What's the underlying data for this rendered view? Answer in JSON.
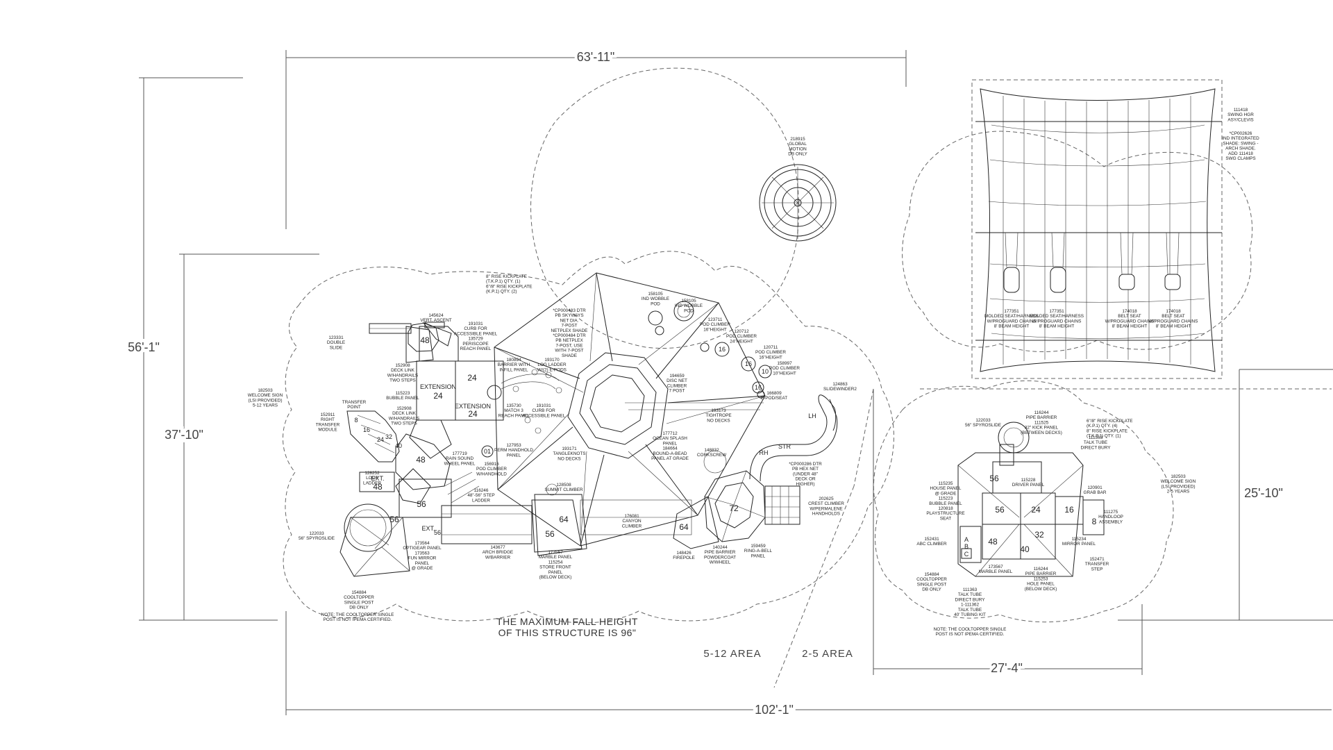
{
  "dimensions": {
    "top_width": "63'-11\"",
    "overall_height": "56'-1\"",
    "left_height": "37'-10\"",
    "right_height": "25'-10\"",
    "small_width": "27'-4\"",
    "overall_width": "102'-1\""
  },
  "notes": {
    "fall_height_line1": "THE MAXIMUM FALL HEIGHT",
    "fall_height_line2": "OF THIS STRUCTURE IS 96\"",
    "area_5_12": "5-12 AREA",
    "area_2_5": "2-5 AREA"
  },
  "deck_numbers": {
    "d48_top": "48",
    "d24_top": "24",
    "d24_ext": "24",
    "ext_label1": "EXTENSION",
    "ext_label2": "EXTENSION",
    "d24_ext2": "24",
    "d8": "8",
    "d16": "16",
    "d24": "24",
    "d32": "32",
    "d40": "40",
    "d48_mid": "48",
    "d48_ext": "48",
    "ext_label3": "EXT.",
    "d56_left": "56",
    "d56_mid": "56",
    "ext_label4": "EXT.",
    "d56_small": "56",
    "d64_a": "64",
    "d56_b": "56",
    "d01": "01",
    "d72": "72",
    "d64_c": "64",
    "p16a": "16",
    "p16b": "16",
    "p16c": "16",
    "p10": "10",
    "s56": "56",
    "s56b": "56",
    "s24": "24",
    "s16": "16",
    "s8": "8",
    "s32": "32",
    "s40": "40",
    "s48": "48",
    "str": "STR",
    "rh": "RH",
    "lh": "LH"
  },
  "labels": {
    "l_145624": [
      "145624",
      "VERT. ASCENT"
    ],
    "l_123331": [
      "123331",
      "DOUBLE",
      "SLIDE"
    ],
    "l_191031a": [
      "191031",
      "CURB FOR",
      "ACCESSIBLE PANEL",
      "135729",
      "PERISCOPE",
      "REACH PANEL"
    ],
    "l_152908a": [
      "152908",
      "DECK LINK",
      "W/HANDRAILS",
      "TWO STEPS"
    ],
    "l_115223a": [
      "115223",
      "BUBBLE PANEL"
    ],
    "l_182503a": [
      "182503",
      "WELCOME SIGN",
      "(LSI PROVIDED)",
      "5-12 YEARS"
    ],
    "l_transfer": [
      "TRANSFER",
      "POINT"
    ],
    "l_152911": [
      "152911",
      "RIGHT",
      "TRANSFER",
      "MODULE"
    ],
    "l_152908b": [
      "152908",
      "DECK LINK",
      "W/HANDRAILS",
      "TWO STEPS"
    ],
    "l_177719": [
      "177719",
      "RAIN SOUND",
      "WHEEL PANEL"
    ],
    "l_128252": [
      "128252",
      "LOOP",
      "LADDER"
    ],
    "l_116246": [
      "116246",
      "48\"-56\" STEP",
      "LADDER"
    ],
    "l_122033a": [
      "122033",
      "56\" SPYROSLIDE"
    ],
    "l_173564": [
      "173564",
      "OPTIGEAR PANEL",
      "173563",
      "FUN MIRROR",
      "PANEL",
      "@ GRADE"
    ],
    "l_154884a": [
      "154884",
      "COOLTOPPER",
      "SINGLE POST",
      "DB ONLY"
    ],
    "l_note_a": [
      "NOTE: THE COOLTOPPER SINGLE",
      "POST IS NOT IPEMA CERTIFIED."
    ],
    "l_143677": [
      "143677",
      "ARCH BRIDGE",
      "W/BARRIER"
    ],
    "l_173567a": [
      "173567",
      "MARBLE PANEL",
      "115254",
      "STORE FRONT",
      "PANEL",
      "(BELOW DECK)"
    ],
    "l_128508": [
      "128508",
      "SUMMIT CLIMBER"
    ],
    "l_176081": [
      "176081",
      "CANYON",
      "CLIMBER"
    ],
    "l_kick1": [
      "8\" RISE KICKPLATE",
      "(T.K.P.1) QTY. (1)",
      "6\"/8\" RISE KICKPLATE",
      "(K.P.1) QTY. (2)"
    ],
    "l_cp483": [
      "*CP000483 DTR",
      "PB SKYWAYS",
      "NET DIA.",
      "7-POST",
      "NETPLEX SHADE",
      "*CP000484 DTR",
      "PB NETPLEX",
      "7-POST, USE",
      "WITH 7-POST",
      "SHADE"
    ],
    "l_135730": [
      "135730",
      "MATCH 3",
      "REACH PANEL"
    ],
    "l_191031b": [
      "191031",
      "CURB FOR",
      "ACCESSIBLE PANEL"
    ],
    "l_193170": [
      "193170",
      "LOG LADDER",
      "W/(2) E-PODS"
    ],
    "l_180894": [
      "180894",
      "BARRIER WITH",
      "INFILL PANEL"
    ],
    "l_127953": [
      "127953",
      "PERM HANDHOLD",
      "PANEL"
    ],
    "l_156916": [
      "156916",
      "POD CLIMBER",
      "W/HANDHOLD"
    ],
    "l_193171": [
      "193171",
      "TANGLEKNOTS",
      "NO DECKS"
    ],
    "l_158105a": [
      "158105",
      "IND WOBBLE",
      "POD"
    ],
    "l_158105b": [
      "158105",
      "IND WOBBLE",
      "POD"
    ],
    "l_123711": [
      "123711",
      "POD CLIMBER",
      "16\"HEIGHT"
    ],
    "l_120712": [
      "120712",
      "POD CLIMBER",
      "24\"HEIGHT"
    ],
    "l_120711": [
      "120711",
      "POD CLIMBER",
      "16\"HEIGHT"
    ],
    "l_158997": [
      "158997",
      "POD CLIMBER",
      "10\"HEIGHT"
    ],
    "l_166809": [
      "166809",
      "E-POD/SEAT"
    ],
    "l_194659": [
      "194659",
      "DISC NET",
      "CLIMBER",
      "7 POST"
    ],
    "l_193173": [
      "193173",
      "TIGHTROPE",
      "NO DECKS"
    ],
    "l_124863": [
      "124863",
      "SLIDEWINDER2"
    ],
    "l_148832": [
      "148832",
      "CORKSCREW"
    ],
    "l_177712": [
      "177712",
      "OCEAN SPLASH",
      "PANEL",
      "184664",
      "BOUND-A-BEAD",
      "PANEL AT GRADE"
    ],
    "l_cp286": [
      "*CP000286 DTR",
      "PB HEX NET",
      "(UNDER 48\"",
      "DECK OR",
      "HIGHER)"
    ],
    "l_202625": [
      "202625",
      "CREST CLIMBER",
      "W/PERMALENE",
      "HANDHOLDS"
    ],
    "l_159459": [
      "159459",
      "RING-A-BELL",
      "PANEL"
    ],
    "l_140244": [
      "140244",
      "PIPE BARRIER",
      "POWDERCOAT",
      "W/WHEEL"
    ],
    "l_148426": [
      "148426",
      "FIREPOLE"
    ],
    "l_218915": [
      "218915",
      "GLOBAL",
      "MOTION",
      "DB ONLY"
    ],
    "l_111418": [
      "111418",
      "SWING HGR",
      "ASY/CLEVIS"
    ],
    "l_cp626": [
      "*CP002626",
      "IND INTEGRATED",
      "SHADE: SWING -",
      "ARCH SHADE.",
      "ADD 111418",
      "SWG CLAMPS"
    ],
    "l_177351a": [
      "177351",
      "MOLDED SEAT/HARNESS",
      "W/PROGUARD CHAINS",
      "8' BEAM HEIGHT"
    ],
    "l_177351b": [
      "177351",
      "MOLDED SEAT/HARNESS",
      "W/PROGUARD CHAINS",
      "8' BEAM HEIGHT"
    ],
    "l_174018a": [
      "174018",
      "BELT SEAT",
      "W/PROGUARD CHAINS",
      "8' BEAM HEIGHT"
    ],
    "l_174018b": [
      "174018",
      "BELT SEAT",
      "W/PROGUARD CHAINS",
      "8' BEAM HEIGHT"
    ],
    "l_122033b": [
      "122033",
      "56\" SPYROSLIDE"
    ],
    "l_116244a": [
      "116244",
      "PIPE BARRIER",
      "111525",
      "32\" KICK PANEL",
      "(BETWEEN DECKS)"
    ],
    "l_kick2": [
      "6\"/8\" RISE KICKPLATE",
      "(K.P.1) QTY. (4)",
      "8\" RISE KICKPLATE",
      "(T.K.P.1) QTY. (1)"
    ],
    "l_111363a": [
      "111363",
      "TALK TUBE",
      "DIRECT BURY"
    ],
    "l_115228": [
      "115228",
      "DRIVER PANEL"
    ],
    "l_115235": [
      "115235",
      "HOUSE PANEL",
      "@ GRADE",
      "115223",
      "BUBBLE PANEL",
      "120818",
      "PLAYSTRUCTURE",
      "SEAT"
    ],
    "l_120901": [
      "120901",
      "GRAB BAR"
    ],
    "l_182503b": [
      "182503",
      "WELCOME SIGN",
      "(LSI PROVIDED)",
      "2-5 YEARS"
    ],
    "l_111275": [
      "111275",
      "HANDLOOP",
      "ASSEMBLY"
    ],
    "l_152431": [
      "152431",
      "ABC CLIMBER"
    ],
    "l_115234": [
      "115234",
      "MIRROR PANEL"
    ],
    "l_152471": [
      "152471",
      "TRANSFER",
      "STEP"
    ],
    "l_154884b": [
      "154884",
      "COOLTOPPER",
      "SINGLE POST",
      "DB ONLY"
    ],
    "l_173567b": [
      "173567",
      "MARBLE PANEL"
    ],
    "l_116244b": [
      "116244",
      "PIPE BARRIER",
      "115253",
      "HOLE PANEL",
      "(BELOW DECK)"
    ],
    "l_111363b": [
      "111363",
      "TALK TUBE",
      "DIRECT BURY",
      "1-111362",
      "TALK TUBE",
      "40' TUBING KIT"
    ],
    "l_note_b": [
      "NOTE: THE COOLTOPPER SINGLE",
      "POST IS NOT IPEMA CERTIFIED."
    ]
  },
  "abc_letters": [
    "A",
    "B",
    "C"
  ]
}
